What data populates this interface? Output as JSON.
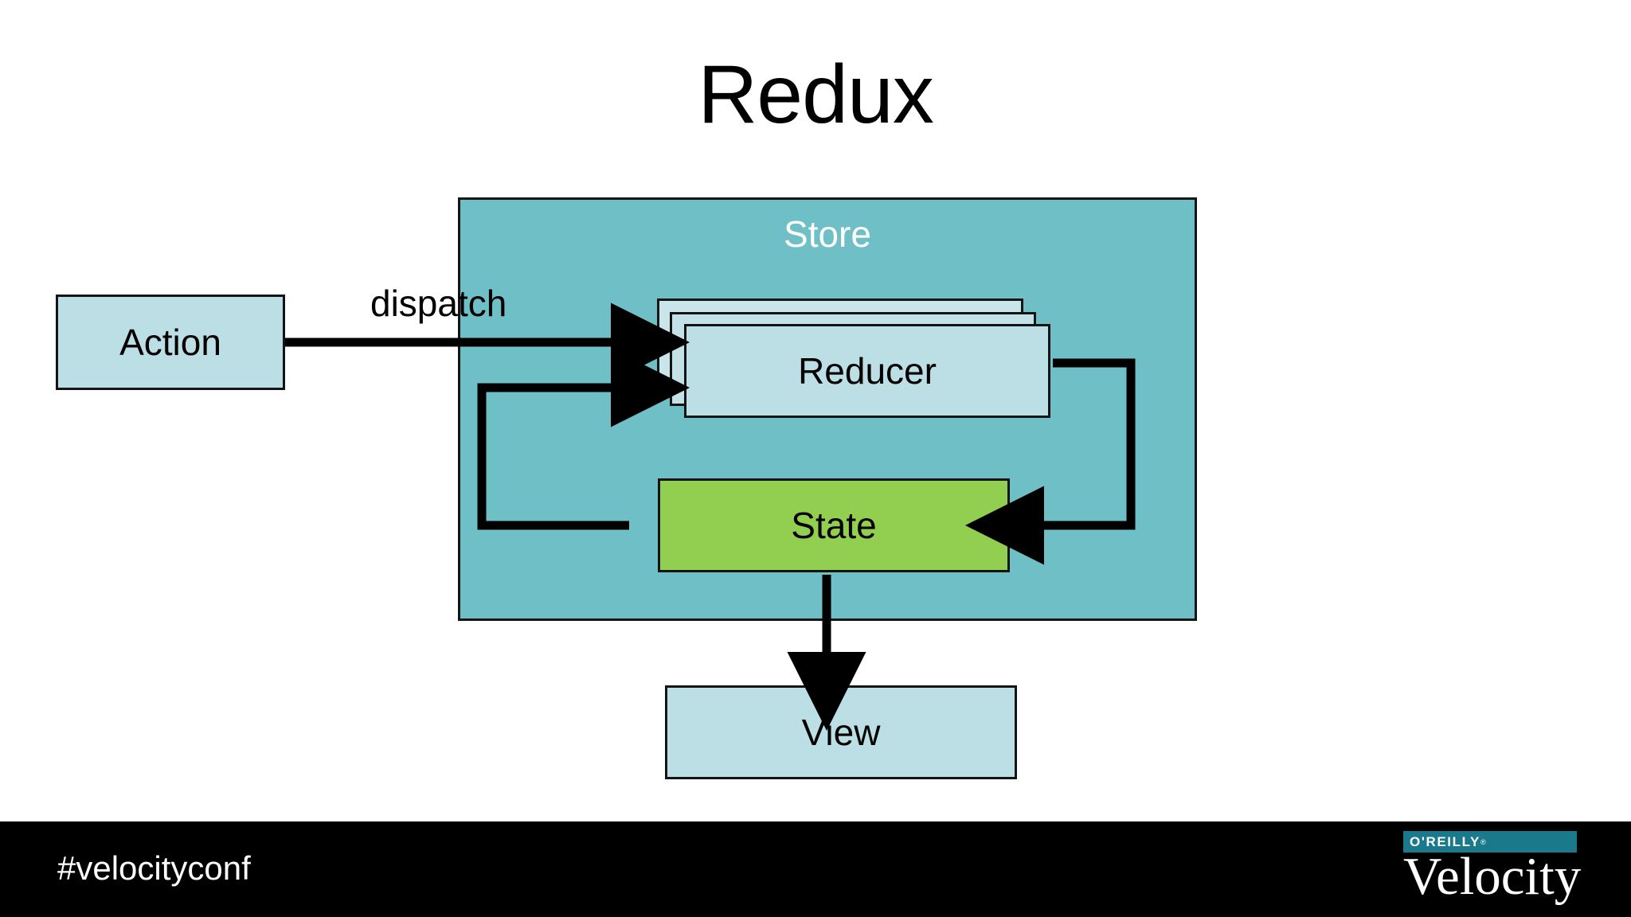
{
  "slide": {
    "title": "Redux",
    "background_color": "#ffffff"
  },
  "diagram": {
    "type": "flow-diagram",
    "store": {
      "label": "Store",
      "fill": "#6EBFC6",
      "stroke": "#141414",
      "label_color": "#ffffff"
    },
    "nodes": [
      {
        "id": "action",
        "label": "Action",
        "fill": "#BCDFE5",
        "stroke": "#141414",
        "inside_store": false
      },
      {
        "id": "reducer",
        "label": "Reducer",
        "fill": "#BCDFE5",
        "stroke": "#141414",
        "inside_store": true,
        "stacked": true,
        "stack_count": 3
      },
      {
        "id": "state",
        "label": "State",
        "fill": "#92CE50",
        "stroke": "#141414",
        "inside_store": true
      },
      {
        "id": "view",
        "label": "View",
        "fill": "#BCDFE5",
        "stroke": "#141414",
        "inside_store": false
      }
    ],
    "edges": [
      {
        "from": "action",
        "to": "reducer",
        "label": "dispatch",
        "style": "straight-arrow"
      },
      {
        "from": "reducer",
        "to": "state",
        "label": "",
        "style": "elbow-right-down-left"
      },
      {
        "from": "state",
        "to": "reducer",
        "label": "",
        "style": "elbow-left-up-right"
      },
      {
        "from": "state",
        "to": "view",
        "label": "",
        "style": "straight-arrow-down"
      }
    ],
    "edge_labels": {
      "dispatch": "dispatch"
    },
    "arrow_color": "#000000"
  },
  "footer": {
    "background_color": "#000000",
    "hashtag": "#velocityconf",
    "brand": {
      "publisher": "O'REILLY",
      "registered_mark": "®",
      "conference": "Velocity",
      "badge_color": "#1A7A8C",
      "text_color": "#ffffff"
    }
  }
}
